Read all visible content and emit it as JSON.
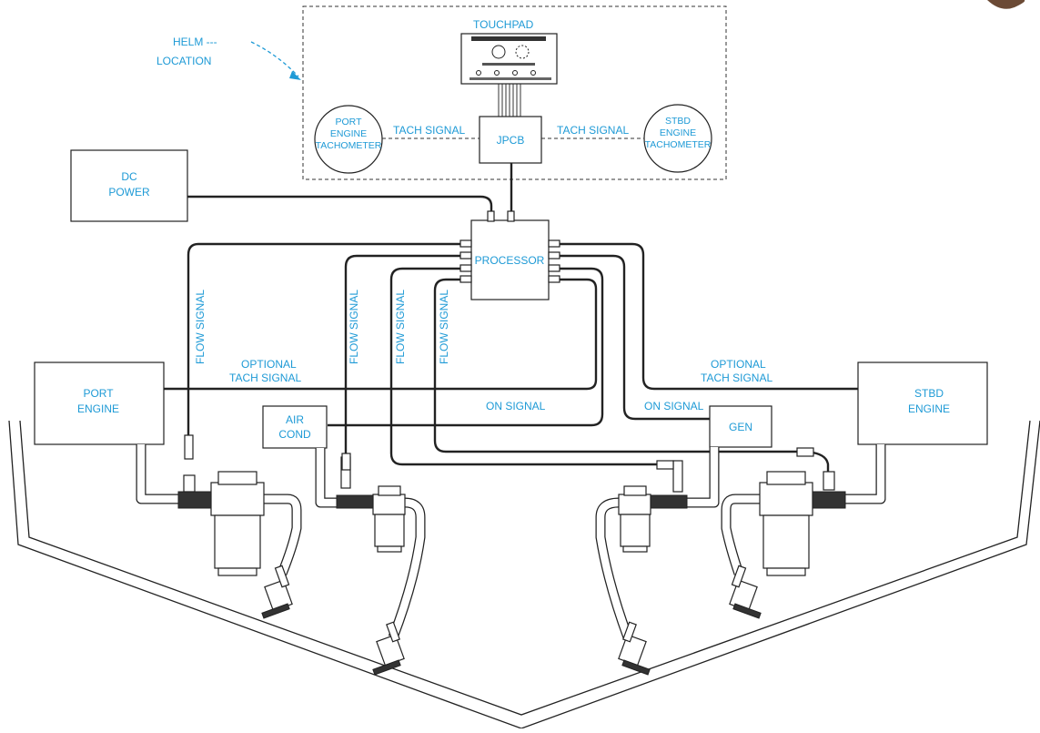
{
  "helm": {
    "line1": "HELM ---",
    "line2": "LOCATION"
  },
  "touchpad": {
    "label": "TOUCHPAD"
  },
  "jpcb": {
    "label": "JPCB"
  },
  "port_tach": {
    "line1": "PORT",
    "line2": "ENGINE",
    "line3": "TACHOMETER"
  },
  "stbd_tach": {
    "line1": "STBD",
    "line2": "ENGINE",
    "line3": "TACHOMETER"
  },
  "tach_signal": "TACH SIGNAL",
  "dc_power": {
    "line1": "DC",
    "line2": "POWER"
  },
  "processor": {
    "label": "PROCESSOR"
  },
  "port_engine": {
    "line1": "PORT",
    "line2": "ENGINE"
  },
  "stbd_engine": {
    "line1": "STBD",
    "line2": "ENGINE"
  },
  "air_cond": {
    "line1": "AIR",
    "line2": "COND"
  },
  "gen": {
    "label": "GEN"
  },
  "flow_signal": "FLOW SIGNAL",
  "optional_tach": {
    "line1": "OPTIONAL",
    "line2": "TACH SIGNAL"
  },
  "on_signal": "ON SIGNAL",
  "colors": {
    "label": "#1e9ad6",
    "line": "#222222",
    "box_border": "#222222"
  }
}
